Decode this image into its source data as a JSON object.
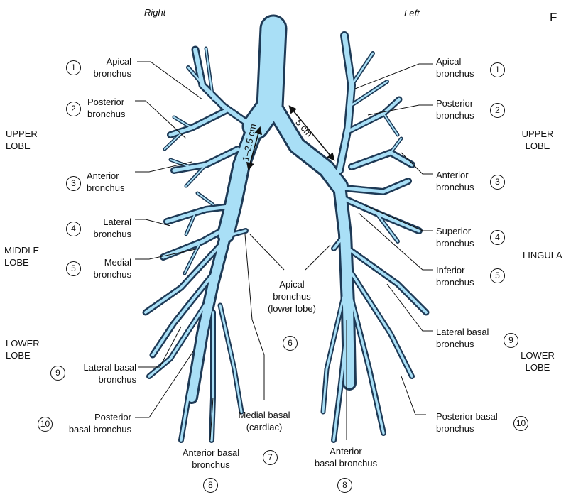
{
  "colors": {
    "airway": "#a9dff6",
    "outline": "#1e3a56",
    "text": "#111111"
  },
  "side_labels": {
    "right": "Right",
    "left": "Left"
  },
  "stray_text": "F",
  "lobes": {
    "right_upper": "UPPER\nLOBE",
    "right_middle": "MIDDLE\nLOBE",
    "right_lower": "LOWER\nLOBE",
    "left_upper": "UPPER\nLOBE",
    "left_lingula": "LINGULA",
    "left_lower": "LOWER\nLOBE"
  },
  "measurements": {
    "trachea_to_left": "5 cm",
    "trachea_to_right": "1–2.5 cm"
  },
  "right_labels": {
    "apical": {
      "num": "1",
      "text": "Apical\nbronchus"
    },
    "posterior": {
      "num": "2",
      "text": "Posterior\nbronchus"
    },
    "anterior": {
      "num": "3",
      "text": "Anterior\nbronchus"
    },
    "lateral": {
      "num": "4",
      "text": "Lateral\nbronchus"
    },
    "medial": {
      "num": "5",
      "text": "Medial\nbronchus"
    },
    "lateral_basal": {
      "num": "9",
      "text": "Lateral basal\nbronchus"
    },
    "posterior_basal": {
      "num": "10",
      "text": "Posterior\nbasal bronchus"
    },
    "anterior_basal": {
      "num": "8",
      "text": "Anterior basal\nbronchus"
    }
  },
  "center_labels": {
    "apical_lower": {
      "num": "6",
      "text": "Apical\nbronchus\n(lower lobe)"
    },
    "medial_basal": {
      "num": "7",
      "text": "Medial basal\n(cardiac)"
    }
  },
  "left_labels": {
    "apical": {
      "num": "1",
      "text": "Apical\nbronchus"
    },
    "posterior": {
      "num": "2",
      "text": "Posterior\nbronchus"
    },
    "anterior": {
      "num": "3",
      "text": "Anterior\nbronchus"
    },
    "superior": {
      "num": "4",
      "text": "Superior\nbronchus"
    },
    "inferior": {
      "num": "5",
      "text": "Inferior\nbronchus"
    },
    "lateral_basal": {
      "num": "9",
      "text": "Lateral basal\nbronchus"
    },
    "posterior_basal": {
      "num": "10",
      "text": "Posterior basal\nbronchus"
    },
    "anterior_basal": {
      "num": "8",
      "text": "Anterior\nbasal bronchus"
    }
  }
}
